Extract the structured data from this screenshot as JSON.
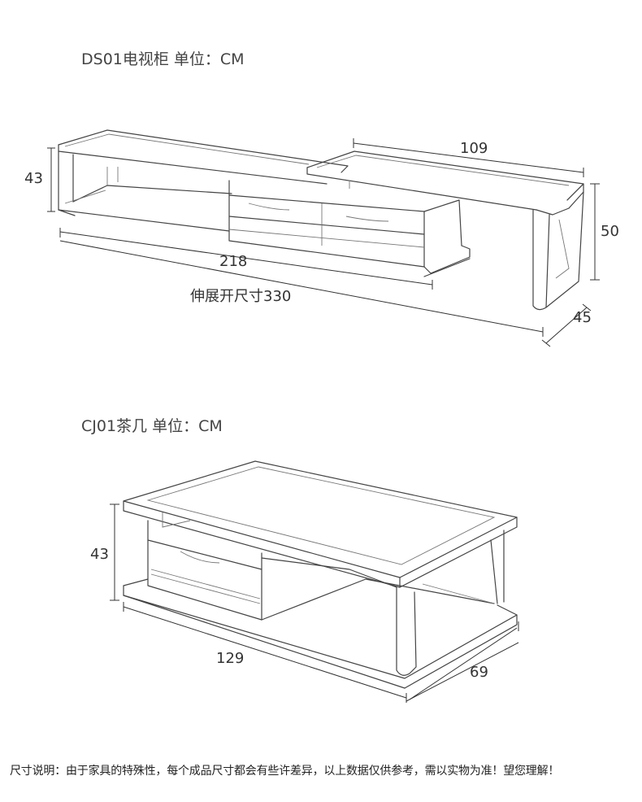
{
  "tv_cabinet": {
    "title": "DS01电视柜 单位：CM",
    "dims": {
      "height_left": "43",
      "length": "218",
      "extension_width": "109",
      "height_right": "50",
      "depth": "45",
      "extended_length": "伸展开尺寸330"
    }
  },
  "coffee_table": {
    "title": "CJ01茶几 单位：CM",
    "dims": {
      "height": "43",
      "length": "129",
      "depth": "69"
    }
  },
  "footer_note": "尺寸说明：由于家具的特殊性，每个成品尺寸都会有些许差异，以上数据仅供参考，需以实物为准！望您理解！"
}
